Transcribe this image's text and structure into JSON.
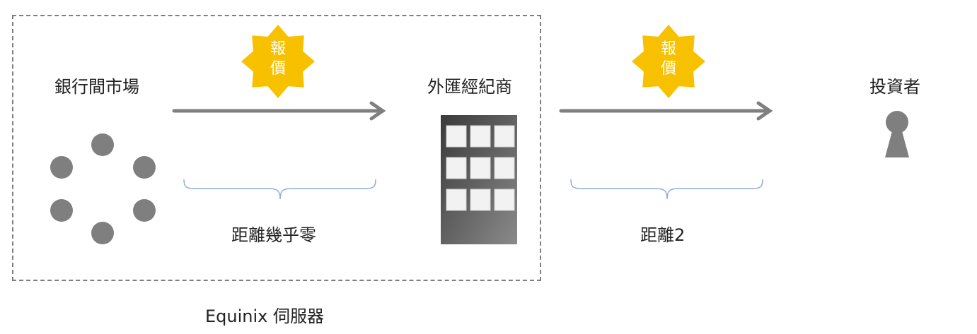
{
  "labels": {
    "interbank_market": "銀行間市場",
    "forex_broker": "外匯經紀商",
    "investor": "投資者",
    "distance_near_zero": "距離幾乎零",
    "distance_2": "距離2",
    "equinix_server": "Equinix 伺服器"
  },
  "quote_badges": [
    {
      "line1": "報",
      "line2": "價"
    },
    {
      "line1": "報",
      "line2": "價"
    }
  ],
  "icons": [
    "interbank-network-icon",
    "building-icon",
    "person-icon",
    "quote-starburst-icon",
    "arrow-right-icon",
    "brace-icon"
  ],
  "colors": {
    "arrow": "#7f7f7f",
    "badge": "#f8c100",
    "brace": "#8eaadb",
    "dots": "#7f7f7f",
    "dashed_border": "#7f7f7f"
  }
}
